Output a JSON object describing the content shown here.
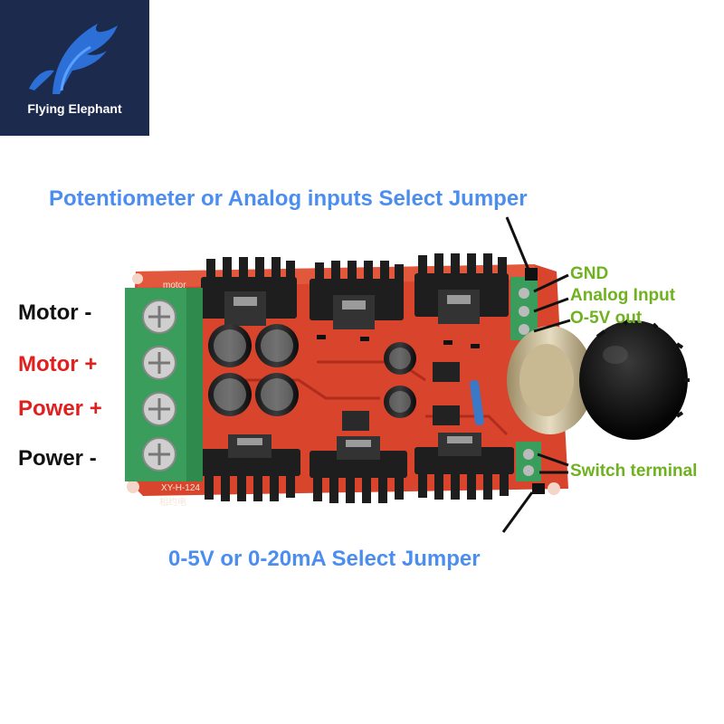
{
  "brand": {
    "name": "Flying Elephant",
    "logo_icon": "flying-elephant-wing-icon",
    "background_color": "#1c2a4d",
    "accent_color": "#2c6fd6"
  },
  "annotations": {
    "top_jumper": "Potentiometer or Analog inputs Select Jumper",
    "bottom_jumper": "0-5V or 0-20mA Select Jumper",
    "gnd": "GND",
    "analog_input": "Analog Input",
    "out_0_5v": "O-5V out",
    "switch_terminal": "Switch terminal",
    "motor_minus": "Motor -",
    "motor_plus": "Motor +",
    "power_plus": "Power +",
    "power_minus": "Power -"
  },
  "board_markings": {
    "motor_label": "motor",
    "model_code": "XY-H-124",
    "chinese_marking": "相约电"
  },
  "colors": {
    "annotation_blue": "#4b8ef0",
    "annotation_green": "#6fb21f",
    "annotation_red": "#e0201e",
    "annotation_black": "#111111",
    "pcb_red": "#d8442c",
    "terminal_green": "#3b9d5b",
    "heatsink_black": "#1e1e1e"
  }
}
